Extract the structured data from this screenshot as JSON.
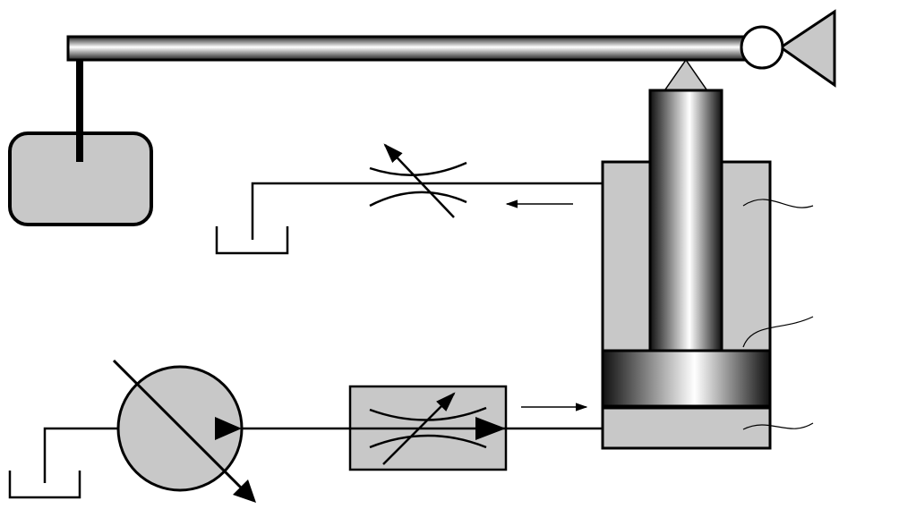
{
  "diagram": {
    "components": [
      {
        "name": "lever-beam",
        "kind": "horizontal lever bar"
      },
      {
        "name": "lever-pivot",
        "kind": "pivot joint"
      },
      {
        "name": "counterweight",
        "kind": "rounded weight block"
      },
      {
        "name": "hydraulic-pump",
        "kind": "variable displacement pump"
      },
      {
        "name": "flow-control-valve",
        "kind": "adjustable throttle valve"
      },
      {
        "name": "return-throttle",
        "kind": "adjustable throttle"
      },
      {
        "name": "hydraulic-cylinder",
        "kind": "cylinder with piston and rod"
      },
      {
        "name": "tank-pump",
        "kind": "reservoir"
      },
      {
        "name": "tank-return",
        "kind": "reservoir"
      }
    ],
    "flows": [
      {
        "name": "supply-flow",
        "direction": "right"
      },
      {
        "name": "return-flow",
        "direction": "left"
      }
    ],
    "colors": {
      "fill_gray": "#c8c8c8",
      "stroke": "#000000",
      "background": "#ffffff"
    }
  }
}
